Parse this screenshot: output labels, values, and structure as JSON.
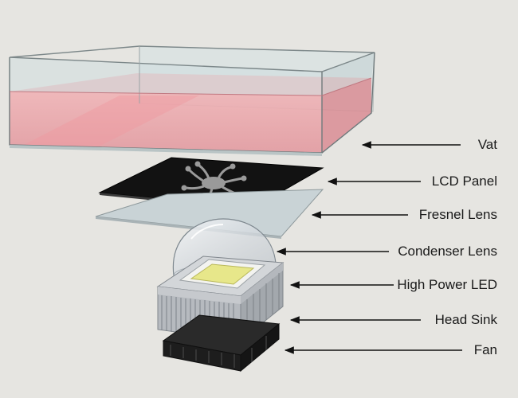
{
  "diagram": {
    "components": [
      {
        "id": "vat",
        "label": "Vat"
      },
      {
        "id": "lcd",
        "label": "LCD Panel"
      },
      {
        "id": "fresnel",
        "label": "Fresnel Lens"
      },
      {
        "id": "condenser",
        "label": "Condenser Lens"
      },
      {
        "id": "led",
        "label": "High Power LED"
      },
      {
        "id": "heatsink",
        "label": "Head Sink"
      },
      {
        "id": "fan",
        "label": "Fan"
      }
    ],
    "colors": {
      "background": "#e6e5e1",
      "resin": "#e9a9ad",
      "lcd": "#121212",
      "led": "#e7e78a",
      "heatsink": "#b9bcc0",
      "fan": "#222222",
      "arrow": "#111111"
    }
  }
}
